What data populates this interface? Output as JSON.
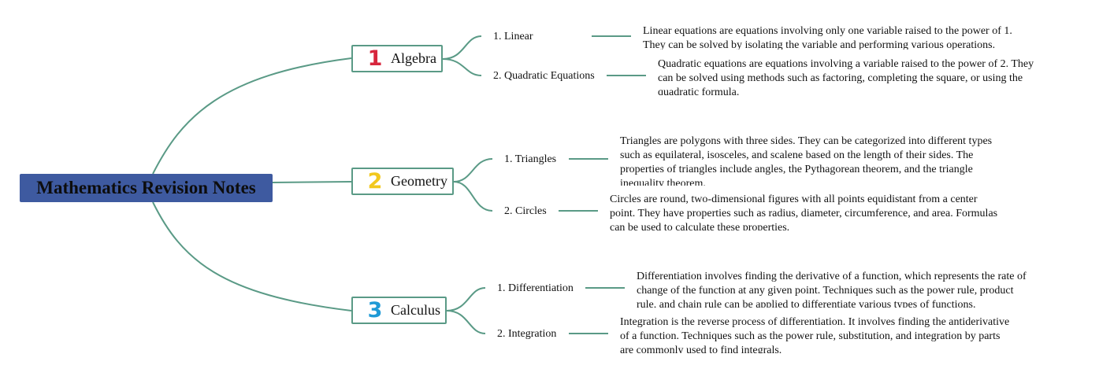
{
  "root": {
    "title": "Mathematics Revision Notes"
  },
  "colors": {
    "root_fill": "#3e5aa0",
    "connector": "#5a9a86"
  },
  "branches": [
    {
      "number": "1",
      "badge_color": "#d7263d",
      "label": "Algebra",
      "topics": [
        {
          "label": "1. Linear",
          "text": "Linear equations are equations involving only one variable raised to the power of 1. They can be solved by isolating the variable and performing various operations."
        },
        {
          "label": "2. Quadratic Equations",
          "text": "Quadratic equations are equations involving a variable raised to the power of 2. They can be solved using methods such as factoring, completing the square, or using the quadratic formula."
        }
      ]
    },
    {
      "number": "2",
      "badge_color": "#f2c81e",
      "label": "Geometry",
      "topics": [
        {
          "label": "1. Triangles",
          "text": "Triangles are polygons with three sides. They can be categorized into different types such as equilateral, isosceles, and scalene based on the length of their sides. The properties of triangles include angles, the Pythagorean theorem, and the triangle inequality theorem."
        },
        {
          "label": "2. Circles",
          "text": "Circles are round, two-dimensional figures with all points equidistant from a center point. They have properties such as radius, diameter, circumference, and area. Formulas can be used to calculate these properties."
        }
      ]
    },
    {
      "number": "3",
      "badge_color": "#1f9ad6",
      "label": "Calculus",
      "topics": [
        {
          "label": "1. Differentiation",
          "text": "Differentiation involves finding the derivative of a function, which represents the rate of change of the function at any given point. Techniques such as the power rule, product rule, and chain rule can be applied to differentiate various types of functions."
        },
        {
          "label": "2. Integration",
          "text": "Integration is the reverse process of differentiation. It involves finding the antiderivative of a function. Techniques such as the power rule, substitution, and integration by parts are commonly used to find integrals."
        }
      ]
    }
  ]
}
